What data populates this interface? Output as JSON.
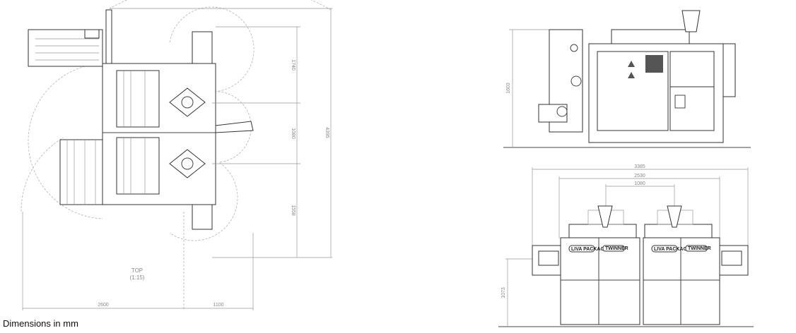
{
  "caption": "Dimensions in mm",
  "top_view": {
    "title": "TOP",
    "scale": "(1:15)",
    "dimensions": {
      "upper": "1740",
      "middle": "1080",
      "lower": "1558",
      "overall_length": "4395",
      "width_main": "2600",
      "width_extension": "1100"
    }
  },
  "side_view": {
    "dimensions": {
      "height": "1603"
    }
  },
  "front_view": {
    "dimensions": {
      "overall_width": "3385",
      "cabinet_width": "2530",
      "hopper_spacing": "1080",
      "panel_height": "1073"
    },
    "brand_logo": "LIVA PACKAGING",
    "model_logo": "TWINNER"
  },
  "icons": [
    "warning-triangle-icon",
    "vent-grille-icon"
  ]
}
